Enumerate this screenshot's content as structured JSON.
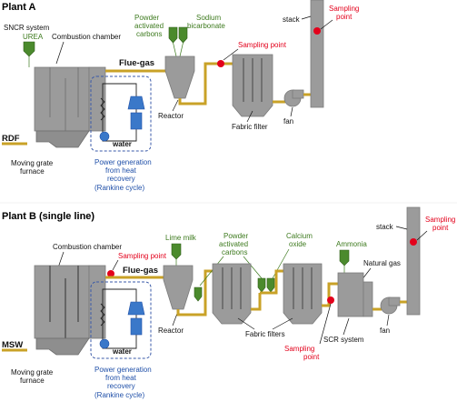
{
  "plant_a": {
    "heading": "Plant A",
    "sncr_system": "SNCR system",
    "urea": "UREA",
    "combustion_chamber": "Combustion chamber",
    "flue_gas": "Flue-gas",
    "powder_activated_carbons": [
      "Powder",
      "activated",
      "carbons"
    ],
    "sodium_bicarbonate": [
      "Sodium",
      "bicarbonate"
    ],
    "sampling_point_1": "Sampling point",
    "stack": "stack",
    "sampling_point_2": [
      "Sampling",
      "point"
    ],
    "rdf": "RDF",
    "water": "water",
    "reactor": "Reactor",
    "fabric_filter": "Fabric filter",
    "fan": "fan",
    "moving_grate_furnace": [
      "Moving grate",
      "furnace"
    ],
    "power_generation": [
      "Power generation",
      "from heat",
      "recovery",
      "(Rankine cycle)"
    ]
  },
  "plant_b": {
    "heading": "Plant B (single line)",
    "combustion_chamber": "Combustion chamber",
    "lime_milk": "Lime milk",
    "powder_activated_carbons": [
      "Powder",
      "activated",
      "carbons"
    ],
    "calcium_oxide": [
      "Calcium",
      "oxide"
    ],
    "ammonia": "Ammonia",
    "natural_gas": "Natural gas",
    "stack": "stack",
    "sampling_point_1": "Sampling point",
    "flue_gas": "Flue-gas",
    "sampling_point_stack": [
      "Sampling",
      "point"
    ],
    "msw": "MSW",
    "water": "water",
    "reactor": "Reactor",
    "fabric_filters": "Fabric filters",
    "scr_system": "SCR system",
    "fan": "fan",
    "sampling_point_scr": [
      "Sampling",
      "point"
    ],
    "moving_grate_furnace": [
      "Moving grate",
      "furnace"
    ],
    "power_generation": [
      "Power generation",
      "from heat",
      "recovery",
      "(Rankine cycle)"
    ]
  },
  "colors": {
    "sampling_text": "#e3001b",
    "reagent_text": "#3d7a1e",
    "power_text": "#1f4fa8",
    "flue_pipe": "#c9a227",
    "equipment": "#9b9b9b"
  }
}
